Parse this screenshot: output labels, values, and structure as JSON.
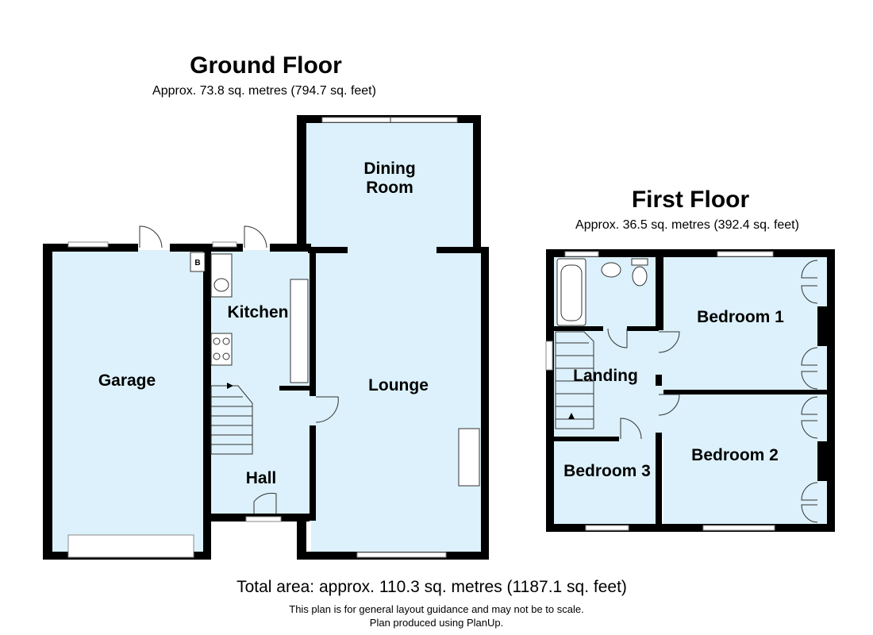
{
  "ground_floor": {
    "title": "Ground Floor",
    "area": "Approx. 73.8 sq. metres (794.7 sq. feet)",
    "rooms": {
      "garage": "Garage",
      "kitchen": "Kitchen",
      "hall": "Hall",
      "lounge": "Lounge",
      "dining_line1": "Dining",
      "dining_line2": "Room",
      "boiler": "B"
    }
  },
  "first_floor": {
    "title": "First Floor",
    "area": "Approx. 36.5 sq. metres (392.4 sq. feet)",
    "rooms": {
      "bedroom1": "Bedroom 1",
      "bedroom2": "Bedroom 2",
      "bedroom3": "Bedroom 3",
      "landing": "Landing"
    }
  },
  "footer": {
    "total_area": "Total area: approx. 110.3 sq. metres (1187.1 sq. feet)",
    "disclaimer": "This plan is for general layout guidance and may not be to scale.",
    "produced_by": "Plan produced using PlanUp."
  },
  "colors": {
    "room_fill": "#dcf1fb",
    "wall": "#000000"
  }
}
